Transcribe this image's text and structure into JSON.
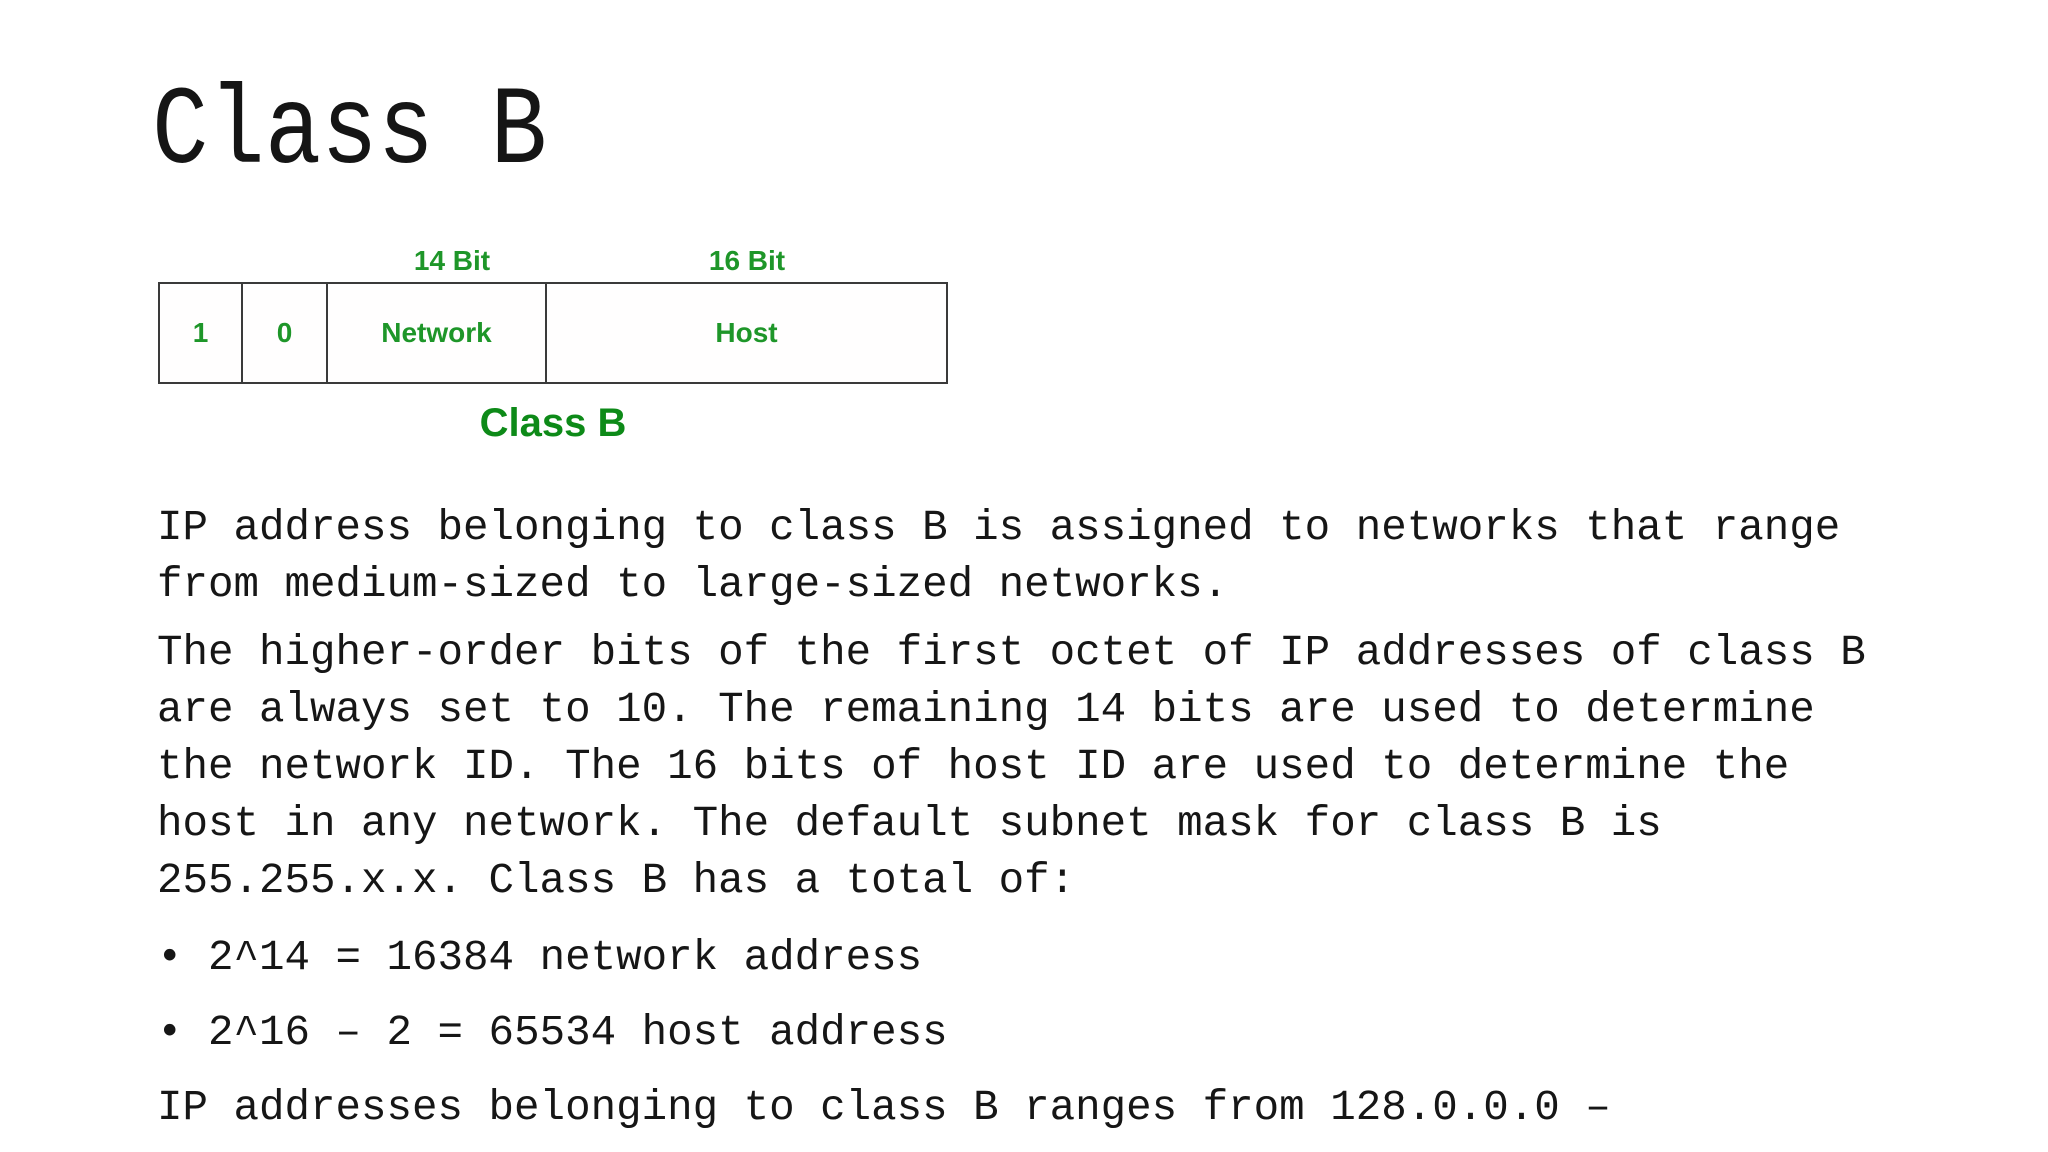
{
  "title": "Class B",
  "diagram": {
    "bit_labels": [
      "14 Bit",
      "16 Bit"
    ],
    "cells": [
      "1",
      "0",
      "Network",
      "Host"
    ],
    "caption": "Class B",
    "colors": {
      "label_green": "#1e9629",
      "caption_green": "#0d8a18",
      "border": "#3a3a3a"
    }
  },
  "content": {
    "paragraphs": [
      "IP address belonging to class B is assigned to networks that range from medium-sized to large-sized networks.",
      "The higher-order bits of the first octet of IP addresses of class B are always set to 10. The remaining 14 bits are used to determine the network ID. The 16 bits of host ID are used to determine the host in any network. The default subnet mask for class B is 255.255.x.x. Class B has a total of:"
    ],
    "bullet_glyph": "•",
    "bullets": [
      "2^14 = 16384 network address",
      "2^16 – 2 = 65534 host address"
    ],
    "closing_line": "IP addresses belonging to class B ranges from 128.0.0.0 –",
    "text_color": "#161616",
    "background": "#ffffff"
  }
}
